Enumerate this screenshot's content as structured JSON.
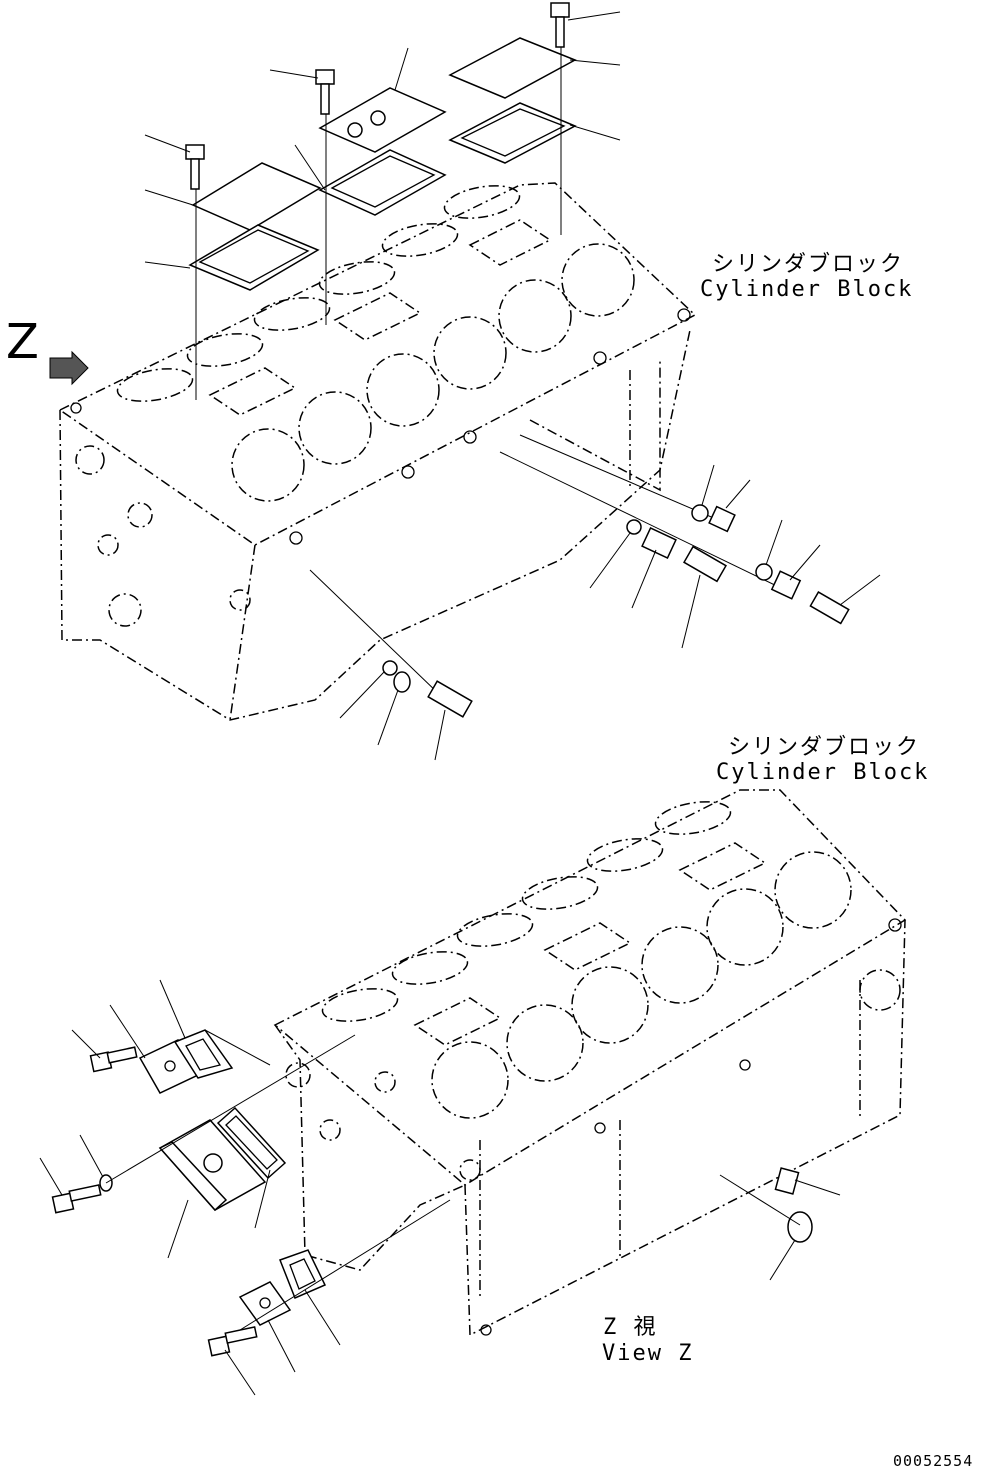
{
  "labels": {
    "top_block_jp": "シリンダブロック",
    "top_block_en": "Cylinder Block",
    "bottom_block_jp": "シリンダブロック",
    "bottom_block_en": "Cylinder Block",
    "view_letter": "Z",
    "view_caption_jp": "Z  視",
    "view_caption_en": "View Z",
    "drawing_number": "00052554"
  }
}
